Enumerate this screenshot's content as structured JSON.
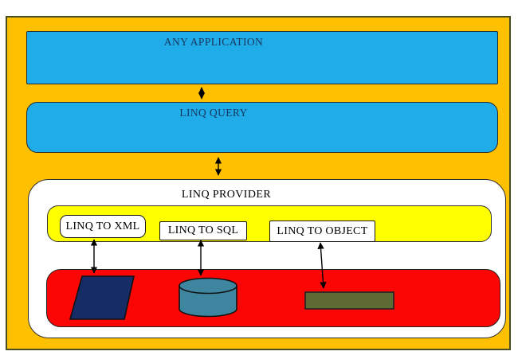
{
  "diagram": {
    "outer": {
      "fill": "#FFC000",
      "border": "#4C4C24"
    },
    "any_application": {
      "label": "ANY APPLICATION",
      "fill": "#1FACE8",
      "text_color": "#17365D"
    },
    "linq_query": {
      "label": "LINQ QUERY",
      "fill": "#1FACE8",
      "text_color": "#17365D"
    },
    "linq_provider": {
      "label": "LINQ PROVIDER",
      "fill": "#FFFFFF",
      "text_color": "#000000"
    },
    "provider_bar": {
      "fill": "#FFFF00"
    },
    "providers": [
      {
        "label": "LINQ TO XML"
      },
      {
        "label": "LINQ TO SQL"
      },
      {
        "label": "LINQ TO OBJECT"
      }
    ],
    "sources_bar": {
      "fill": "#FB0505"
    },
    "shapes": [
      {
        "name": "xml-parallelogram",
        "color": "#152C66"
      },
      {
        "name": "sql-database-cylinder",
        "color": "#3E86A0"
      },
      {
        "name": "object-rectangle",
        "color": "#5E6B33"
      }
    ],
    "arrow_color": "#000000"
  }
}
